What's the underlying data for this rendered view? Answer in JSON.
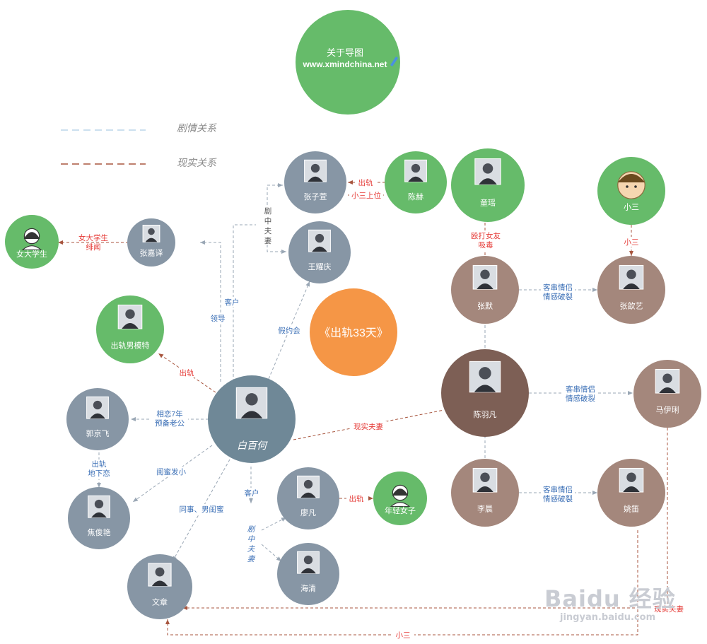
{
  "about": {
    "title": "关于导图",
    "url": "www.xmindchina.net"
  },
  "center_topic": "《出轨33天》",
  "legend": {
    "plot": "剧情关系",
    "real": "现实关系"
  },
  "colors": {
    "green": "#66bb6a",
    "slate": "#8796a5",
    "brown_light": "#a4877c",
    "brown_dark": "#7d5f55",
    "center_orange": "#f59646",
    "hub": "#6f8897",
    "plot_line": "#9aa7b5",
    "real_line": "#a8563f",
    "blue_text": "#3b6fb6",
    "red_text": "#e53935"
  },
  "nodes": {
    "bai_baihe": "白百何",
    "chen_yufan": "陈羽凡",
    "zhang_ziban": "张子萱",
    "chen_he": "陈赫",
    "tong_yao": "童瑶",
    "xiao_san": "小三",
    "wang_yaoqing": "王耀庆",
    "zhang_jiayi": "张嘉译",
    "female_student": "女大学生",
    "male_model": "出轨男模特",
    "zhang_mo": "张默",
    "zhang_xinyi": "张歆艺",
    "guo_jingfei": "郭京飞",
    "ma_yili": "马伊琍",
    "jiao_junyan": "焦俊艳",
    "liao_fan": "廖凡",
    "young_woman": "年轻女子",
    "li_chen": "李晨",
    "yao_di": "姚笛",
    "hai_qing": "海清",
    "wen_zhang": "文章"
  },
  "edges": {
    "affair": "出轨",
    "mistress_up": "小三上位",
    "couple_v": "剧中夫妻",
    "client": "客户",
    "leader": "领导",
    "fake_date": "假约会",
    "student_scandal_1": "女大学生",
    "student_scandal_2": "绯闻",
    "beat_gf_1": "殴打女友",
    "beat_gf_2": "吸毒",
    "xiao_san": "小三",
    "cross_couple_1": "客串情侣",
    "cross_couple_2": "情感破裂",
    "real_couple": "现实夫妻",
    "love7_1": "相恋7年",
    "love7_2": "预备老公",
    "underground_1": "出轨",
    "underground_2": "地下恋",
    "bestie": "闺蜜发小",
    "colleague": "同事、男闺蜜"
  },
  "watermark": {
    "brand": "Baidu 经验",
    "site": "jingyan.baidu.com"
  }
}
